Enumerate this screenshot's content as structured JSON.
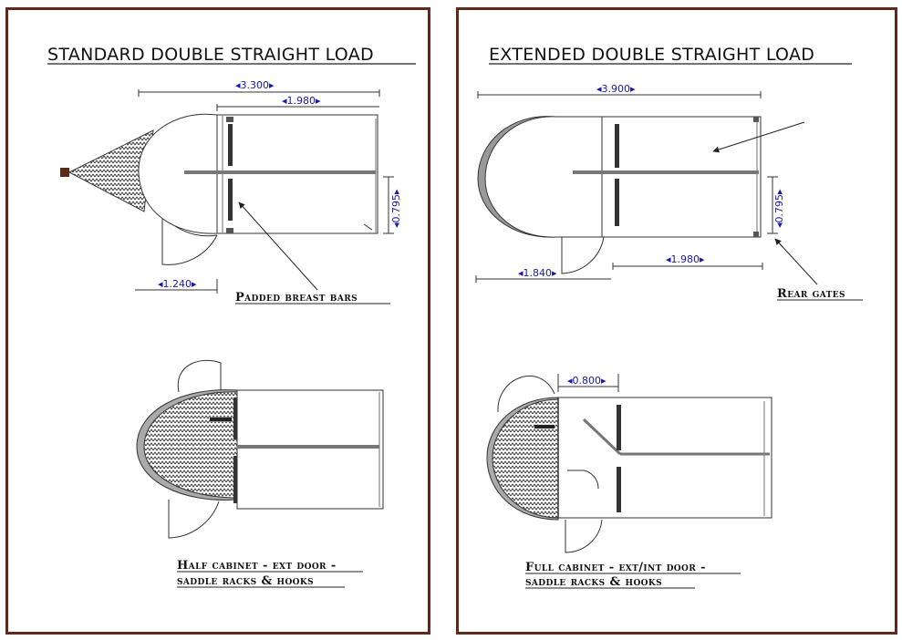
{
  "left": {
    "title": "STANDARD DOUBLE STRAIGHT LOAD",
    "dims": {
      "overall": "3.300",
      "stall": "1.980",
      "width": "0.795",
      "front": "1.240"
    },
    "callout": "Padded breast bars",
    "caption_line1": "Half cabinet - ext door -",
    "caption_line2": "saddle racks & hooks"
  },
  "right": {
    "title": "EXTENDED DOUBLE STRAIGHT LOAD",
    "dims": {
      "overall": "3.900",
      "width": "0.795",
      "front": "1.840",
      "stall": "1.980",
      "cabinet": "0.800"
    },
    "callout": "Rear gates",
    "caption_line1": "Full cabinet - ext/int door -",
    "caption_line2": "saddle racks & hooks"
  },
  "colors": {
    "frame": "#5b2a1a",
    "dimension": "#1a1aa8",
    "hitch": "#5a2a14"
  }
}
